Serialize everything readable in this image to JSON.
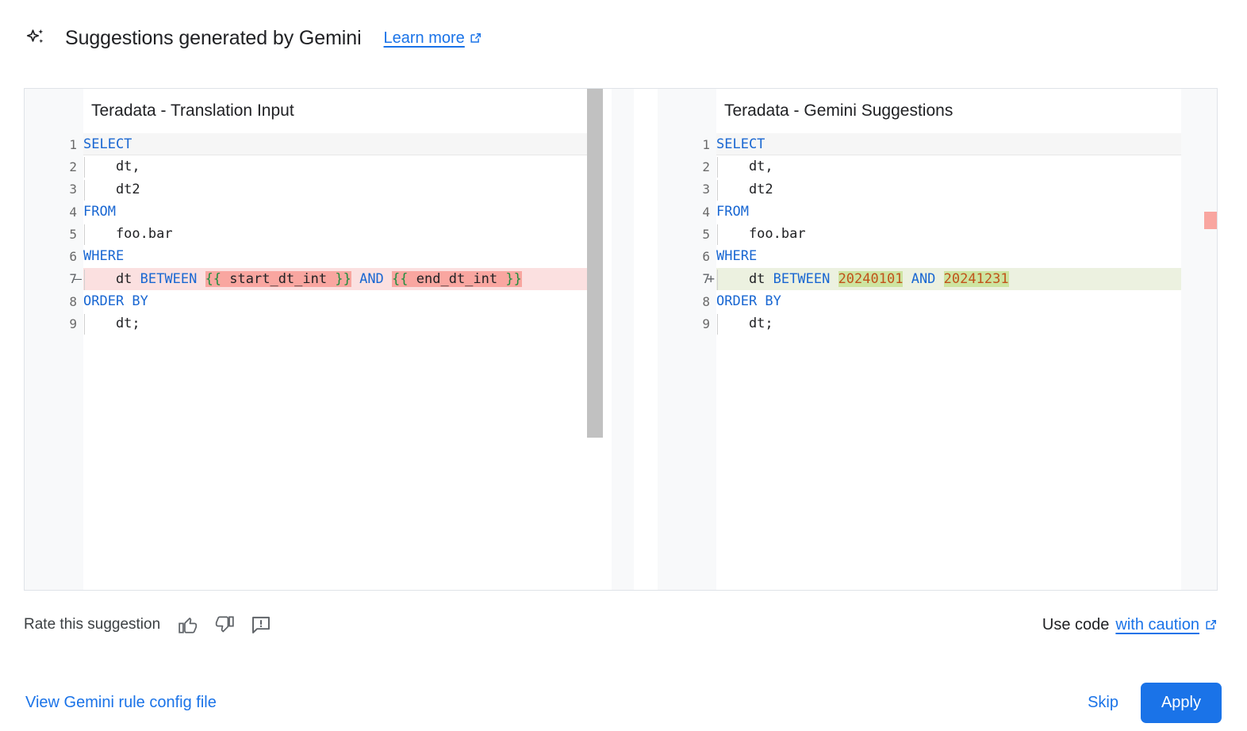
{
  "header": {
    "sparkle_icon": "sparkle-icon",
    "title": "Suggestions generated by Gemini",
    "learn_more_label": "Learn more",
    "external_icon": "external-link-icon"
  },
  "diff": {
    "left": {
      "title": "Teradata - Translation Input",
      "lines": [
        {
          "num": "1",
          "marker": "",
          "kind": "active",
          "tokens": [
            {
              "t": "SELECT",
              "c": "kw"
            }
          ]
        },
        {
          "num": "2",
          "marker": "",
          "kind": "normal",
          "indent": true,
          "tokens": [
            {
              "t": "    dt,",
              "c": "plain"
            }
          ]
        },
        {
          "num": "3",
          "marker": "",
          "kind": "normal",
          "indent": true,
          "tokens": [
            {
              "t": "    dt2",
              "c": "plain"
            }
          ]
        },
        {
          "num": "4",
          "marker": "",
          "kind": "normal",
          "tokens": [
            {
              "t": "FROM",
              "c": "kw"
            }
          ]
        },
        {
          "num": "5",
          "marker": "",
          "kind": "normal",
          "indent": true,
          "tokens": [
            {
              "t": "    foo.bar",
              "c": "plain"
            }
          ]
        },
        {
          "num": "6",
          "marker": "",
          "kind": "normal",
          "tokens": [
            {
              "t": "WHERE",
              "c": "kw"
            }
          ]
        },
        {
          "num": "7",
          "marker": "—",
          "kind": "del",
          "indent": true,
          "tokens": [
            {
              "t": "    dt ",
              "c": "plain"
            },
            {
              "t": "BETWEEN",
              "c": "kw"
            },
            {
              "t": " ",
              "c": "plain"
            },
            {
              "t": "{{",
              "c": "brace",
              "hl": "del"
            },
            {
              "t": " start_dt_int ",
              "c": "tmplvar",
              "hl": "del"
            },
            {
              "t": "}}",
              "c": "brace",
              "hl": "del"
            },
            {
              "t": " ",
              "c": "plain"
            },
            {
              "t": "AND",
              "c": "kw"
            },
            {
              "t": " ",
              "c": "plain"
            },
            {
              "t": "{{",
              "c": "brace",
              "hl": "del"
            },
            {
              "t": " end_dt_int ",
              "c": "tmplvar",
              "hl": "del"
            },
            {
              "t": "}}",
              "c": "brace",
              "hl": "del"
            }
          ]
        },
        {
          "num": "8",
          "marker": "",
          "kind": "normal",
          "tokens": [
            {
              "t": "ORDER BY",
              "c": "kw"
            }
          ]
        },
        {
          "num": "9",
          "marker": "",
          "kind": "normal",
          "indent": true,
          "tokens": [
            {
              "t": "    dt;",
              "c": "plain"
            }
          ]
        }
      ]
    },
    "right": {
      "title": "Teradata - Gemini Suggestions",
      "lines": [
        {
          "num": "1",
          "marker": "",
          "kind": "active",
          "tokens": [
            {
              "t": "SELECT",
              "c": "kw"
            }
          ]
        },
        {
          "num": "2",
          "marker": "",
          "kind": "normal",
          "indent": true,
          "tokens": [
            {
              "t": "    dt,",
              "c": "plain"
            }
          ]
        },
        {
          "num": "3",
          "marker": "",
          "kind": "normal",
          "indent": true,
          "tokens": [
            {
              "t": "    dt2",
              "c": "plain"
            }
          ]
        },
        {
          "num": "4",
          "marker": "",
          "kind": "normal",
          "tokens": [
            {
              "t": "FROM",
              "c": "kw"
            }
          ]
        },
        {
          "num": "5",
          "marker": "",
          "kind": "normal",
          "indent": true,
          "tokens": [
            {
              "t": "    foo.bar",
              "c": "plain"
            }
          ]
        },
        {
          "num": "6",
          "marker": "",
          "kind": "normal",
          "tokens": [
            {
              "t": "WHERE",
              "c": "kw"
            }
          ]
        },
        {
          "num": "7",
          "marker": "+",
          "kind": "add",
          "indent": true,
          "tokens": [
            {
              "t": "    dt ",
              "c": "plain"
            },
            {
              "t": "BETWEEN",
              "c": "kw"
            },
            {
              "t": " ",
              "c": "plain"
            },
            {
              "t": "20240101",
              "c": "num",
              "hl": "add"
            },
            {
              "t": " ",
              "c": "plain"
            },
            {
              "t": "AND",
              "c": "kw"
            },
            {
              "t": " ",
              "c": "plain"
            },
            {
              "t": "20241231",
              "c": "num",
              "hl": "add"
            }
          ]
        },
        {
          "num": "8",
          "marker": "",
          "kind": "normal",
          "tokens": [
            {
              "t": "ORDER BY",
              "c": "kw"
            }
          ]
        },
        {
          "num": "9",
          "marker": "",
          "kind": "normal",
          "indent": true,
          "tokens": [
            {
              "t": "    dt;",
              "c": "plain"
            }
          ]
        }
      ]
    },
    "overview_markers": [
      {
        "type": "deleted",
        "color": "#f9a6a0"
      },
      {
        "type": "added",
        "color": "#cde4a0"
      }
    ]
  },
  "rate": {
    "label": "Rate this suggestion",
    "thumb_up_icon": "thumb-up-icon",
    "thumb_down_icon": "thumb-down-icon",
    "report_icon": "report-feedback-icon",
    "use_code_prefix": "Use code",
    "caution_label": "with caution",
    "caution_external_icon": "external-link-icon"
  },
  "footer": {
    "config_link_label": "View Gemini rule config file",
    "skip_label": "Skip",
    "apply_label": "Apply"
  },
  "colors": {
    "accent_blue": "#1a73e8",
    "keyword_blue": "#1967d2",
    "number_orange": "#c1521a",
    "brace_green": "#1e8e3e",
    "diff_del_bg": "#fbe0e0",
    "diff_del_hl": "#f9a6a0",
    "diff_add_bg": "#ecf1e0",
    "diff_add_hl": "#cde4a0"
  }
}
